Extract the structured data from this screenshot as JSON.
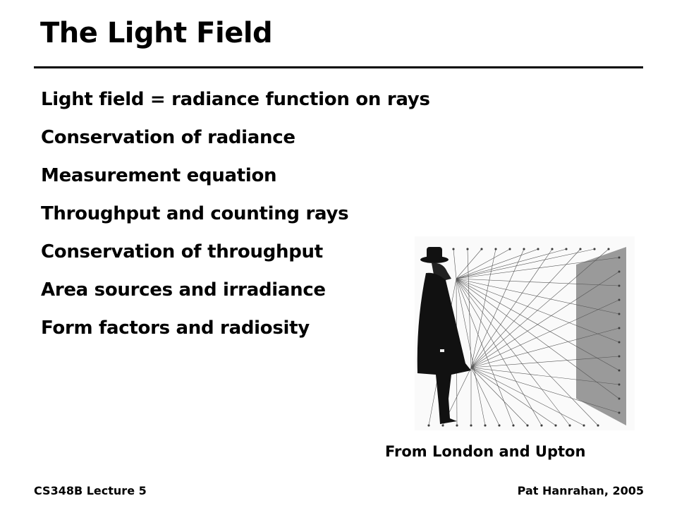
{
  "slide": {
    "title": "The Light Field",
    "bullets": [
      "Light field = radiance function on rays",
      "Conservation of radiance",
      "Measurement equation",
      "Throughput and counting rays",
      "Conservation of throughput",
      "Area sources and irradiance",
      "Form factors and radiosity"
    ],
    "figure_caption": "From London and Upton",
    "footer_left": "CS348B Lecture 5",
    "footer_right": "Pat Hanrahan, 2005"
  }
}
